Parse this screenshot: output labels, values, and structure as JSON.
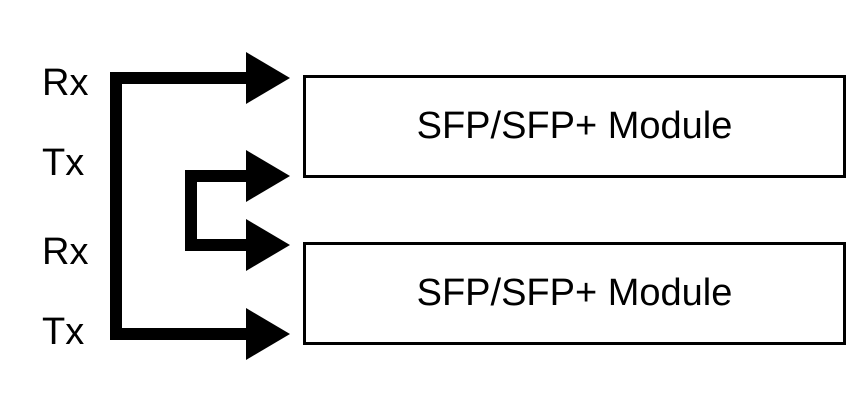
{
  "labels": {
    "rx_1": "Rx",
    "tx_1": "Tx",
    "rx_2": "Rx",
    "tx_2": "Tx"
  },
  "modules": [
    {
      "label": "SFP/SFP+ Module"
    },
    {
      "label": "SFP/SFP+ Module"
    }
  ],
  "colors": {
    "line": "#000000",
    "background": "#ffffff"
  }
}
